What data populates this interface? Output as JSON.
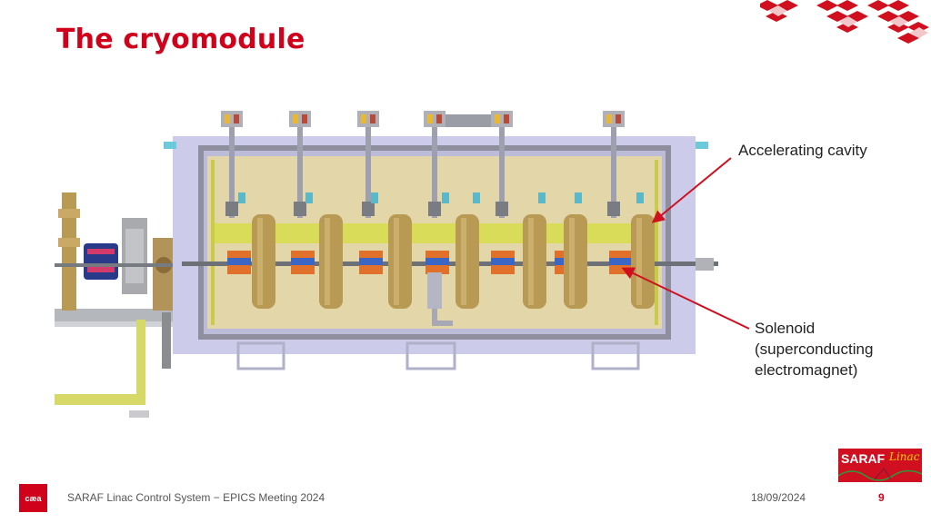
{
  "slide": {
    "title": "The cryomodule",
    "page_number": "9"
  },
  "annotations": {
    "cavity_label": "Accelerating cavity",
    "solenoid_label_lines": [
      "Solenoid",
      "(superconducting",
      "electromagnet)"
    ],
    "arrow_color": "#d0101e"
  },
  "footer": {
    "presentation": "SARAF Linac Control System − EPICS Meeting 2024",
    "date": "18/09/2024"
  },
  "logos": {
    "cea": "cæa",
    "saraf": "SARAF",
    "saraf_linac": "Linac"
  },
  "colors": {
    "title_red": "#d0021b",
    "vessel_beige": "#e3d6a8",
    "cavity_gold": "#b89a55",
    "frame_lavender": "#c8c8e6",
    "beam_yellow": "#d8dc58"
  }
}
